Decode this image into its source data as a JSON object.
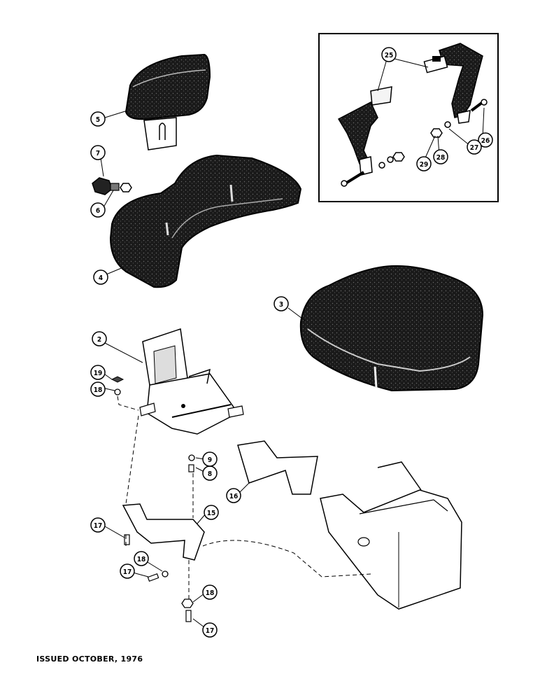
{
  "callouts": [
    {
      "id": "c2",
      "label": "2"
    },
    {
      "id": "c3",
      "label": "3"
    },
    {
      "id": "c4",
      "label": "4"
    },
    {
      "id": "c5",
      "label": "5"
    },
    {
      "id": "c6",
      "label": "6"
    },
    {
      "id": "c7",
      "label": "7"
    },
    {
      "id": "c8",
      "label": "8"
    },
    {
      "id": "c9",
      "label": "9"
    },
    {
      "id": "c15",
      "label": "15"
    },
    {
      "id": "c16",
      "label": "16"
    },
    {
      "id": "c17a",
      "label": "17"
    },
    {
      "id": "c17b",
      "label": "17"
    },
    {
      "id": "c17c",
      "label": "17"
    },
    {
      "id": "c18a",
      "label": "18"
    },
    {
      "id": "c18b",
      "label": "18"
    },
    {
      "id": "c18c",
      "label": "18"
    },
    {
      "id": "c19",
      "label": "19"
    },
    {
      "id": "c25",
      "label": "25"
    },
    {
      "id": "c26",
      "label": "26"
    },
    {
      "id": "c27",
      "label": "27"
    },
    {
      "id": "c28",
      "label": "28"
    },
    {
      "id": "c29",
      "label": "29"
    }
  ],
  "footer": {
    "text": "ISSUED OCTOBER, 1976"
  }
}
